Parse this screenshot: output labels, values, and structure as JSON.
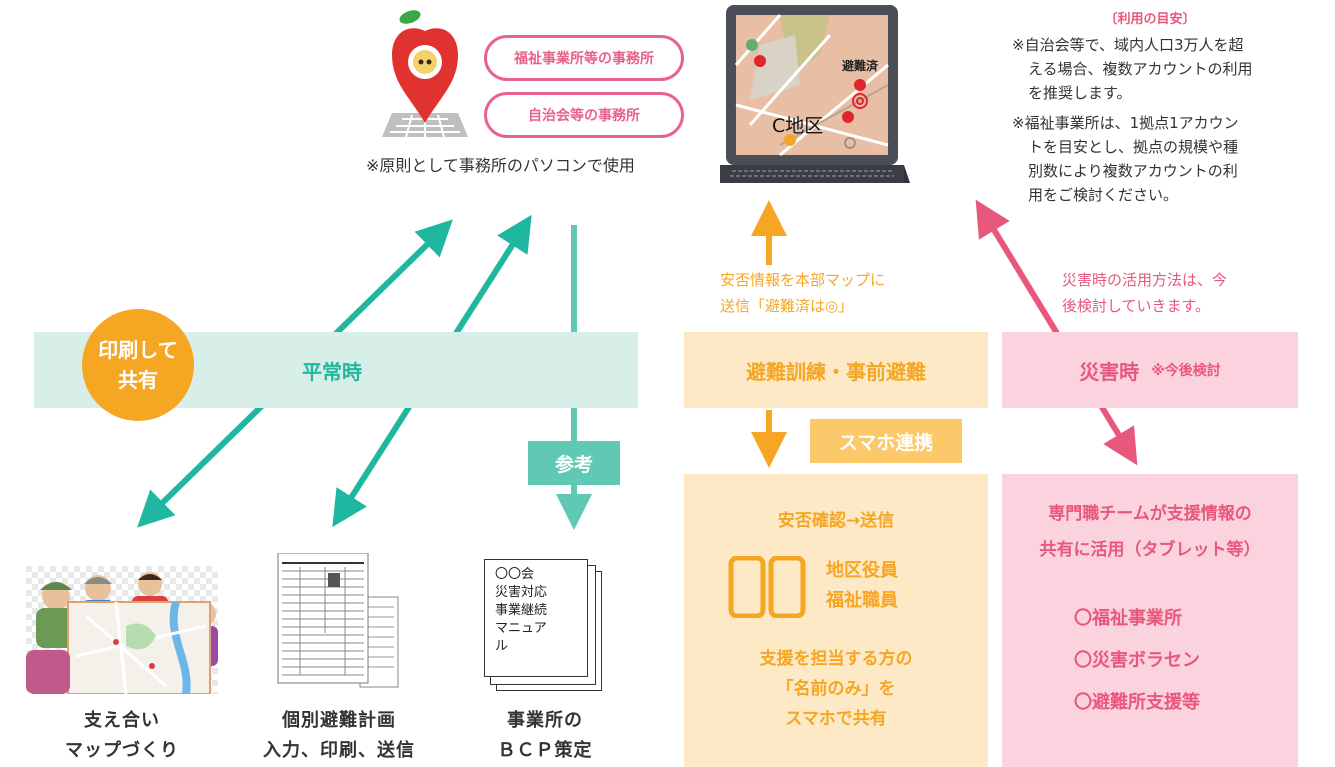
{
  "office_pills": [
    "福祉事業所等の事務所",
    "自治会等の事務所"
  ],
  "office_note": "※原則として事務所のパソコンで使用",
  "laptop_map": {
    "evacuated_label": "避難済",
    "district_label": "C地区"
  },
  "usage_guide": {
    "title": "〔利用の目安〕",
    "note1": [
      "※自治会等で、域内人口3万人を超",
      "える場合、複数アカウントの利用",
      "を推奨します。"
    ],
    "note2": [
      "※福祉事業所は、1拠点1アカウン",
      "トを目安とし、拠点の規模や種",
      "別数により複数アカウントの利",
      "用をご検討ください。"
    ]
  },
  "send_note": [
    "安否情報を本部マップに",
    "送信「避難済は◎」"
  ],
  "disaster_note": [
    "災害時の活用方法は、今",
    "後検討していきます。"
  ],
  "normal_band": {
    "label": "平常時"
  },
  "print_circle": [
    "印刷して",
    "共有"
  ],
  "drill_band": {
    "label": "避難訓練・事前避難"
  },
  "disaster_band": {
    "label": "災害時",
    "sub": "※今後検討"
  },
  "reference_label": "参考",
  "smartphone_label": "スマホ連携",
  "safety_box": {
    "title": "安否確認→送信",
    "roles": [
      "地区役員",
      "福祉職員"
    ],
    "share": [
      "支援を担当する方の",
      "「名前のみ」を",
      "スマホで共有"
    ]
  },
  "team_box": {
    "title": [
      "専門職チームが支援情報の",
      "共有に活用（タブレット等）"
    ],
    "items": [
      "〇福祉事業所",
      "〇災害ボラセン",
      "〇避難所支援等"
    ]
  },
  "bcp_doc": [
    "〇〇会",
    "災害対応",
    "事業継続",
    "マニュア",
    "ル"
  ],
  "captions": {
    "map_making": [
      "支え合い",
      "マップづくり"
    ],
    "evac_plan": [
      "個別避難計画",
      "入力、印刷、送信"
    ],
    "bcp": [
      "事業所の",
      "ＢＣＰ策定"
    ]
  },
  "colors": {
    "teal": "#1fb7a0",
    "orange": "#f5a623",
    "pink": "#e8587c",
    "pill_border": "#e8638a",
    "teal_band": "#d8efe9",
    "orange_band": "#fde9c6",
    "pink_band": "#fbd3de"
  }
}
